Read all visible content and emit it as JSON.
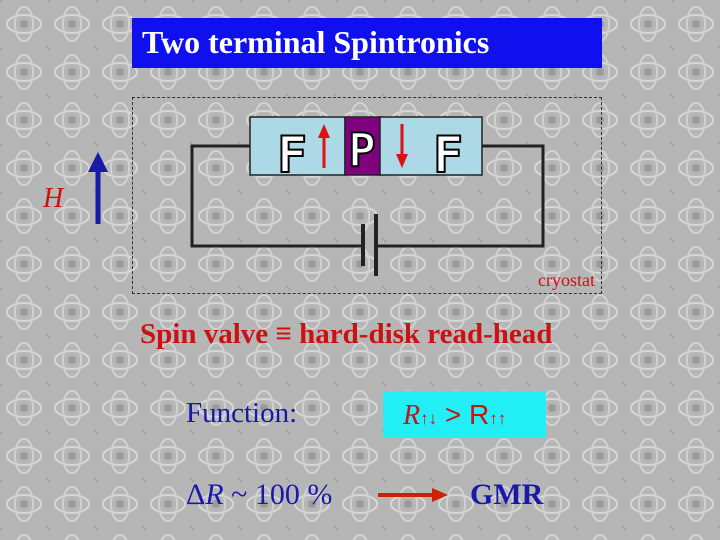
{
  "title": "Two terminal Spintronics",
  "device": {
    "layer_left": "F",
    "layer_middle": "P",
    "layer_right": "F",
    "magnetization_left": "up",
    "magnetization_right": "down"
  },
  "field_label": "H",
  "enclosure_label": "cryostat",
  "statement": {
    "left": "Spin valve",
    "symbol": "≡",
    "right": "hard-disk read-head"
  },
  "function": {
    "label": "Function:",
    "relation": {
      "r1_symbol": "R",
      "r1_sub": "↑↓",
      "operator": ">",
      "r2_symbol": "R",
      "r2_sub": "↑↑"
    }
  },
  "magnetoresistance": {
    "delta_symbol": "Δ",
    "r_symbol": "R",
    "approx": "~",
    "value": "100 %"
  },
  "result_label": "GMR",
  "colors": {
    "title_bg": "#1010ee",
    "title_text": "#ffffff",
    "accent_red": "#cc1111",
    "accent_blue": "#1818aa",
    "ferromagnet": "#add8e6",
    "paramagnet": "#800080",
    "highlight": "#22eef6"
  },
  "icons": {
    "field_arrow": "arrow-up-icon",
    "spin_up": "arrow-up-icon",
    "spin_down": "arrow-down-icon",
    "battery": "battery-icon",
    "result_arrow": "arrow-right-icon"
  }
}
